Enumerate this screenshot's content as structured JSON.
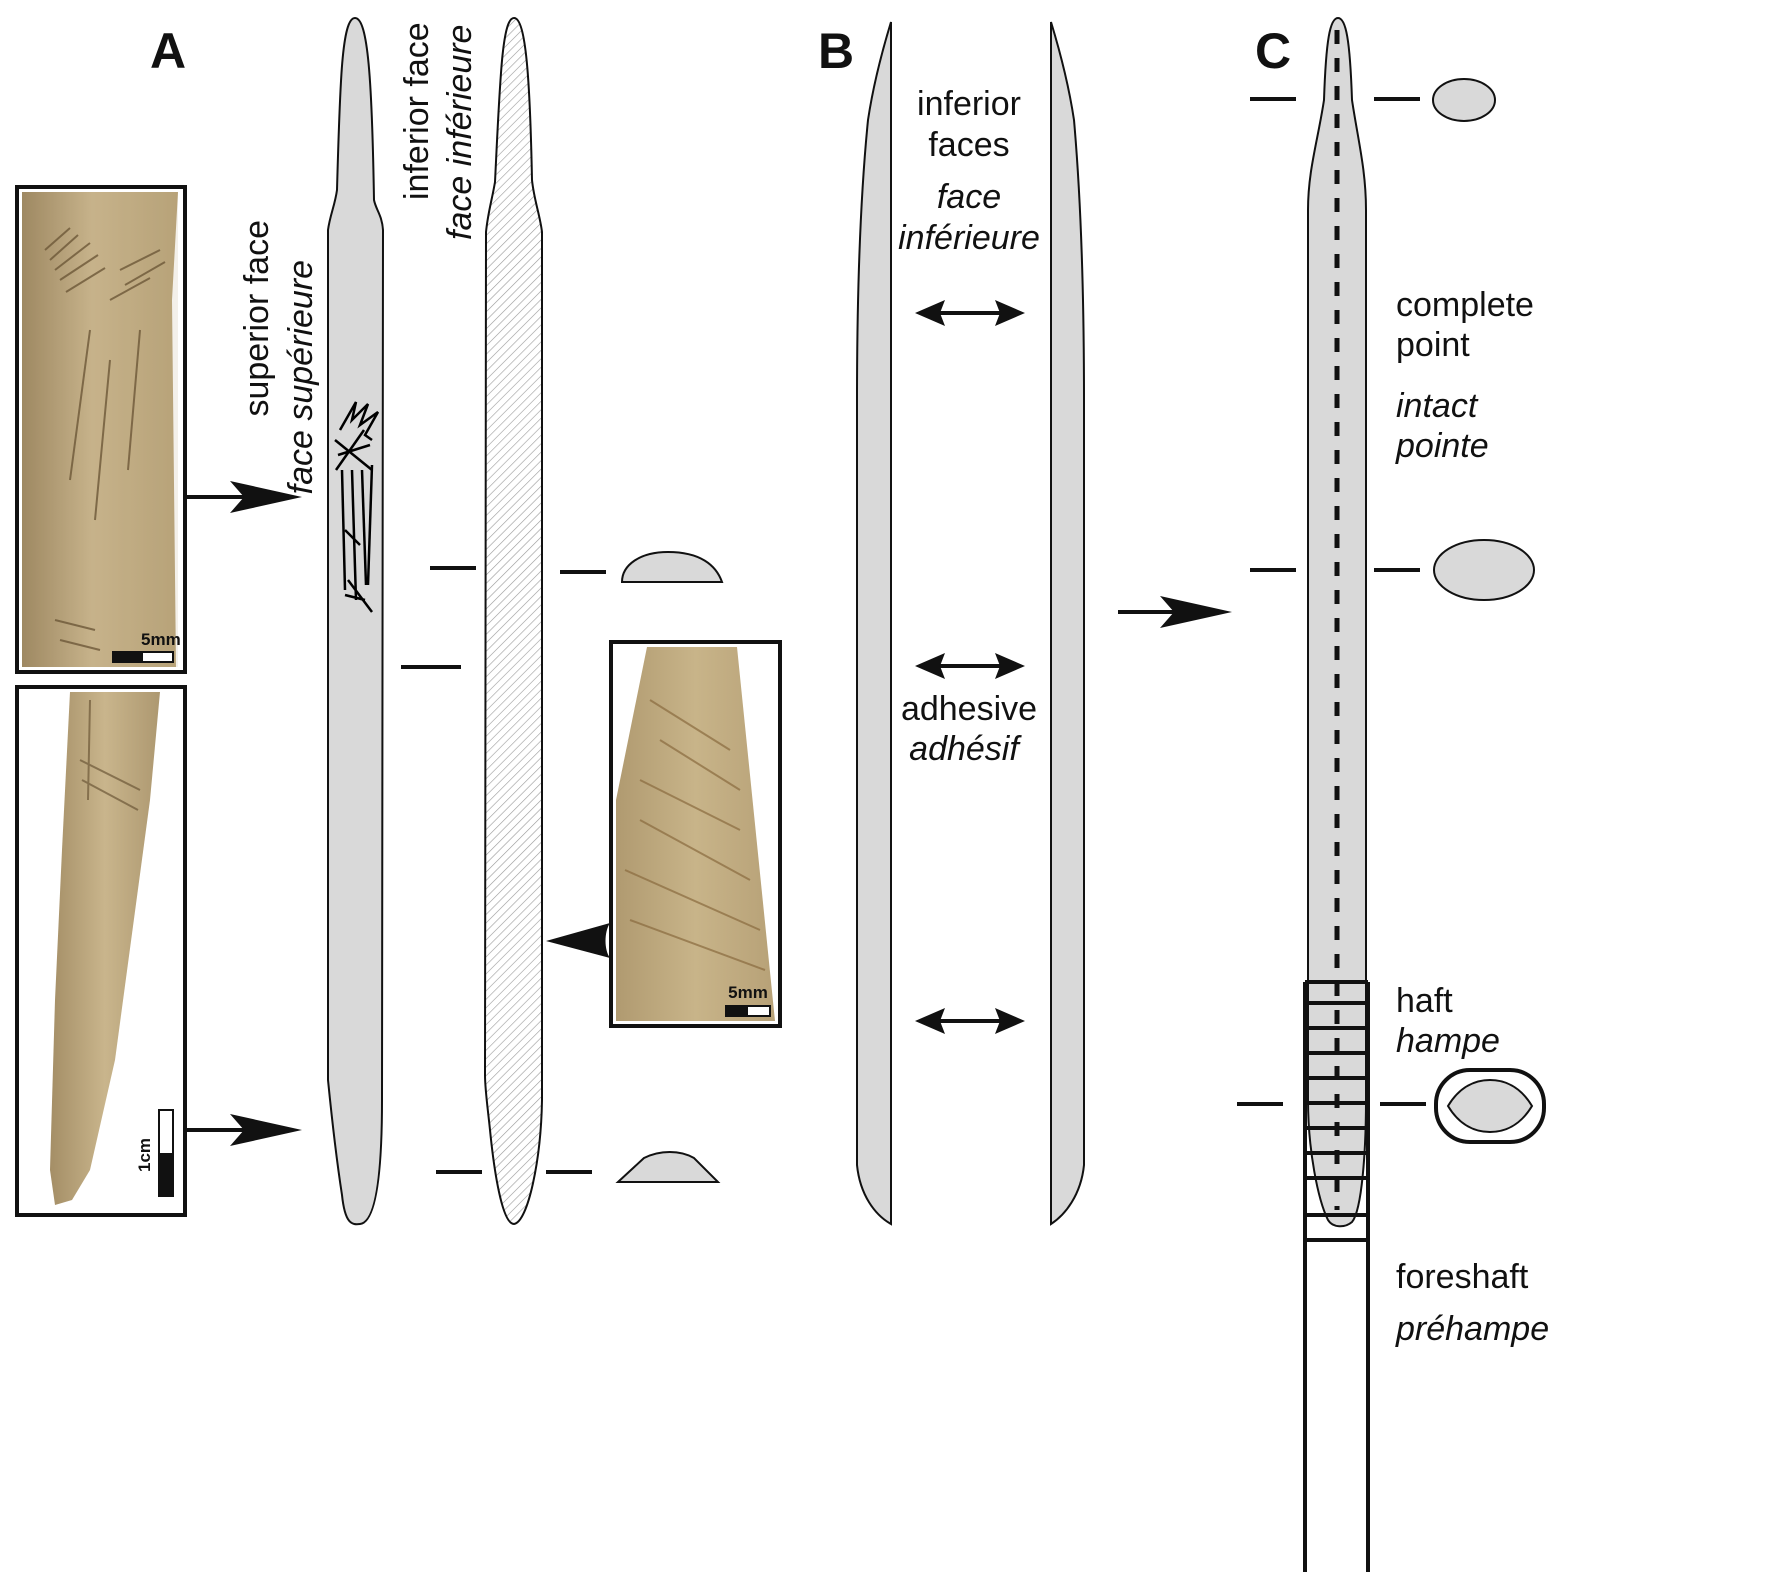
{
  "panels": {
    "a": {
      "letter": "A",
      "superior_face_en": "superior face",
      "superior_face_fr": "face supérieure",
      "inferior_face_en": "inferior face",
      "inferior_face_fr": "face inférieure",
      "photos": [
        {
          "scale_label": "5mm"
        },
        {
          "scale_label": "1cm"
        },
        {
          "scale_label": "5mm"
        }
      ]
    },
    "b": {
      "letter": "B",
      "inferior_faces_line1": "inferior",
      "inferior_faces_line2": "faces",
      "face_inferieure_line1": "face",
      "face_inferieure_line2": "inférieure",
      "adhesive_en": "adhesive",
      "adhesive_fr": "adhésif"
    },
    "c": {
      "letter": "C",
      "complete_point_line1": "complete",
      "complete_point_line2": "point",
      "intact_pointe_line1": "intact",
      "intact_pointe_line2": "pointe",
      "haft_en": "haft",
      "haft_fr": "hampe",
      "foreshaft_en": "foreshaft",
      "foreshaft_fr": "préhampe"
    }
  },
  "colors": {
    "shape_fill": "#d9d9d9",
    "outline": "#111111",
    "bone_light": "#cdb78a",
    "bone_dark": "#8f7a55"
  }
}
